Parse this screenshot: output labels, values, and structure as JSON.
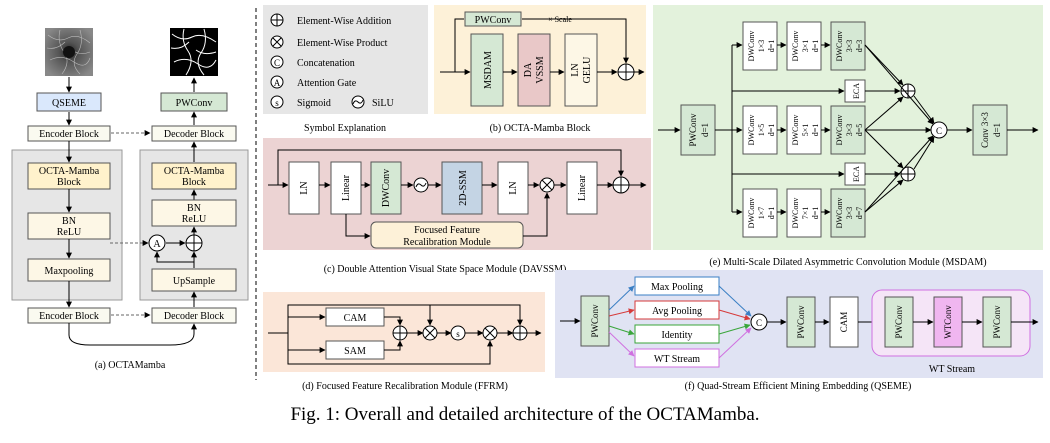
{
  "figure_caption": "Fig. 1: Overall and detailed architecture of the OCTAMamba.",
  "panel_a": {
    "caption": "(a) OCTAMamba",
    "qseme": "QSEME",
    "pwconv": "PWConv",
    "encoder_block": "Encoder Block",
    "decoder_block": "Decoder Block",
    "mamba_block": [
      "OCTA-Mamba",
      "Block"
    ],
    "bn_relu": [
      "BN",
      "ReLU"
    ],
    "maxpooling": "Maxpooling",
    "upsample": "UpSample",
    "attention_gate_letter": "A"
  },
  "symbols": {
    "caption": "Symbol Explanation",
    "add": "Element-Wise Addition",
    "product": "Element-Wise Product",
    "concat": "Concatenation",
    "concat_letter": "C",
    "attention": "Attention Gate",
    "attention_letter": "A",
    "sigmoid": "Sigmoid",
    "sigmoid_letter": "s",
    "silu": "SiLU"
  },
  "panel_b": {
    "caption": "(b) OCTA-Mamba Block",
    "pwconv": "PWConv",
    "scale": "× Scale",
    "msdam": "MSDAM",
    "davssm": [
      "DA",
      "VSSM"
    ],
    "ln_gelu": [
      "LN",
      "GELU"
    ]
  },
  "panel_c": {
    "caption": "(c) Double Attention Visual State Space Module (DAVSSM)",
    "ln": "LN",
    "linear": "Linear",
    "dwconv": "DWConv",
    "ss2d": "2D-SSM",
    "ffrm": [
      "Focused Feature",
      "Recalibration Module"
    ]
  },
  "panel_d": {
    "caption": "(d) Focused Feature Recalibration Module (FFRM)",
    "cam": "CAM",
    "sam": "SAM",
    "sigmoid_letter": "s"
  },
  "panel_e": {
    "caption": "(e) Multi-Scale Dilated Asymmetric Convolution Module (MSDAM)",
    "pwconv": [
      "PWConv",
      "d=1"
    ],
    "branches": [
      {
        "c1": [
          "DWConv",
          "1×3",
          "d=1"
        ],
        "c2": [
          "DWConv",
          "3×1",
          "d=1"
        ],
        "c3": [
          "DWConv",
          "3×3",
          "d=3"
        ]
      },
      {
        "c1": [
          "DWConv",
          "1×5",
          "d=1"
        ],
        "c2": [
          "DWConv",
          "5×1",
          "d=1"
        ],
        "c3": [
          "DWConv",
          "3×3",
          "d=5"
        ]
      },
      {
        "c1": [
          "DWConv",
          "1×7",
          "d=1"
        ],
        "c2": [
          "DWConv",
          "7×1",
          "d=1"
        ],
        "c3": [
          "DWConv",
          "3×3",
          "d=7"
        ]
      }
    ],
    "eca": "ECA",
    "concat_letter": "C",
    "conv_out": [
      "Conv 3×3",
      "d=1"
    ]
  },
  "panel_f": {
    "caption": "(f) Quad-Stream Efficient Mining Embedding (QSEME)",
    "pwconv": "PWConv",
    "max_pooling": "Max Pooling",
    "avg_pooling": "Avg Pooling",
    "identity": "Identity",
    "wt_stream": "WT Stream",
    "cam": "CAM",
    "wtconv": "WTConv",
    "concat_letter": "C",
    "wt_stream_title": "WT Stream"
  },
  "colors": {
    "green_block": "#d5e8d4",
    "yellow_block": "#fff2cc",
    "cream_block": "#fdf7e6",
    "blue_block": "#dae8fc",
    "davssm_pink": "#e9c8c8",
    "panel_gray": "#e6e6e6",
    "panel_b_bg": "#fdf1d8",
    "panel_c_bg": "#ecd3d3",
    "panel_d_bg": "#fbe6d8",
    "panel_e_bg": "#e3f2dc",
    "panel_f_bg": "#e0e3f3",
    "wt_purple": "#f0b6f0",
    "max_pool_stroke": "#3a7fc4",
    "avg_pool_stroke": "#d63a3a",
    "identity_stroke": "#3aa63a",
    "wt_stroke": "#d070e0"
  }
}
